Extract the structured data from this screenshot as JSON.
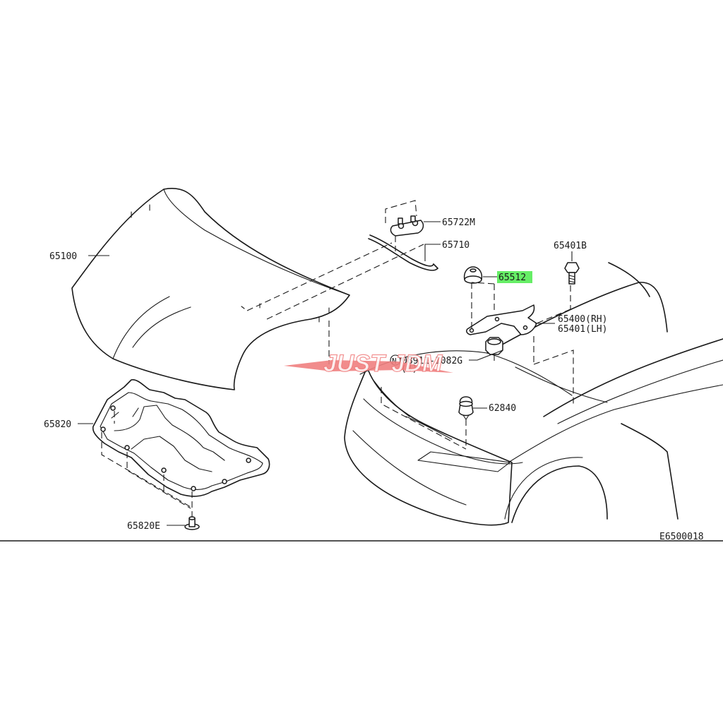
{
  "labels": {
    "hood": "65100",
    "striker": "65722M",
    "support_rod": "65710",
    "bumper_rubber": "65512",
    "bolt": "65401B",
    "hinge_rh": "65400(RH)",
    "hinge_lh": "65401(LH)",
    "nut": "08911-1082G",
    "nut_qty": "(4)",
    "nut_marker": "N",
    "grommet": "62840",
    "undercover": "65820",
    "clip": "65820E",
    "diagram_code": "E6500018"
  },
  "watermark": "JUST JDM",
  "colors": {
    "highlight": "#66ee66",
    "ink": "#1a1a1a",
    "watermark": "#f08080"
  }
}
